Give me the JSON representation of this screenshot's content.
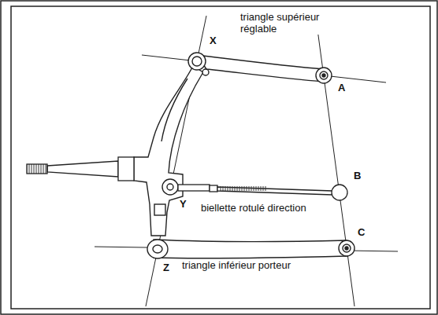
{
  "diagram": {
    "labels": [
      "X",
      "triangle supérieur réglable",
      "A",
      "B",
      "biellette rotulé direction",
      "Y",
      "C",
      "Z",
      "triangle inférieur porteur"
    ]
  }
}
